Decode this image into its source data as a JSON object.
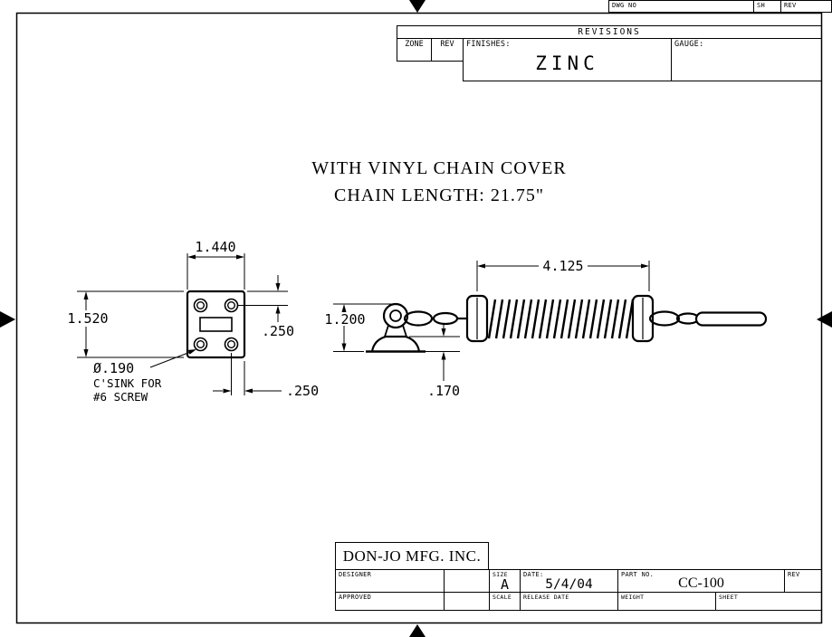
{
  "sheet": {
    "colors": {
      "ink": "#000000",
      "paper": "#ffffff"
    }
  },
  "corner_block": {
    "dwg_no_label": "DWG NO",
    "sh_label": "SH",
    "rev_label": "REV"
  },
  "revisions": {
    "header": "REVISIONS",
    "zone_label": "ZONE",
    "rev_label": "REV",
    "finishes_label": "FINISHES:",
    "finish_value": "ZINC",
    "gauge_label": "GAUGE:"
  },
  "notes": {
    "line1": "WITH VINYL CHAIN COVER",
    "line2": "CHAIN LENGTH: 21.75\""
  },
  "plate_dims": {
    "width": "1.440",
    "height": "1.520",
    "hole_top_offset": ".250",
    "hole_side_offset": ".250",
    "hole_callout": "Ø.190",
    "callout_line2": "C'SINK FOR",
    "callout_line3": "#6 SCREW"
  },
  "spring_dims": {
    "length": "4.125",
    "height": "1.200",
    "offset": ".170"
  },
  "title_block": {
    "company": "DON-JO MFG. INC.",
    "designer_label": "DESIGNER",
    "approved_label": "APPROVED",
    "size_label": "SIZE",
    "size_value": "A",
    "date_label": "DATE:",
    "date_value": "5/4/04",
    "part_no_label": "PART NO.",
    "part_no_value": "CC-100",
    "rev_label": "REV",
    "scale_label": "SCALE",
    "release_date_label": "RELEASE DATE",
    "weight_label": "WEIGHT",
    "sheet_label": "SHEET"
  }
}
